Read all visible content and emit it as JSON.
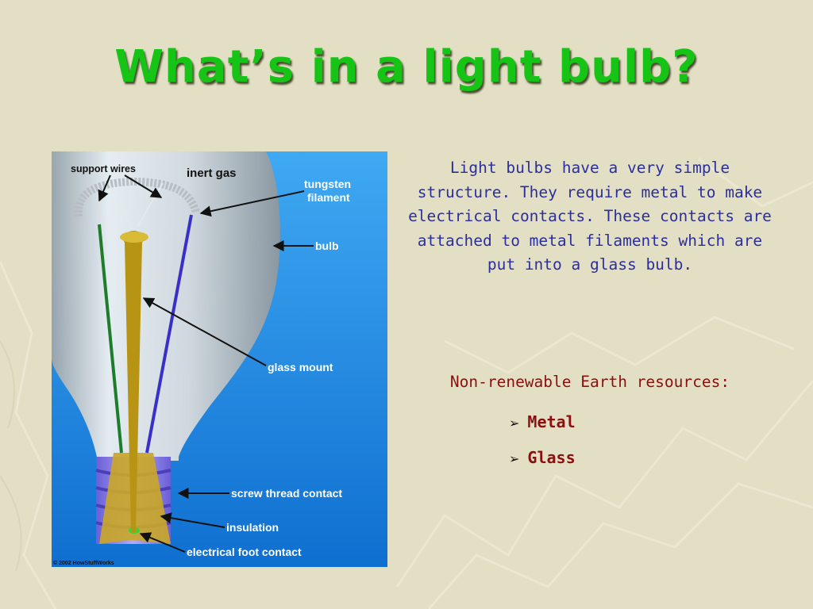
{
  "slide": {
    "title": "What’s in a light bulb?",
    "body": "Light bulbs have a very simple structure.  They require metal to make electrical contacts.  These contacts are attached to metal filaments which are put into a glass bulb.",
    "resources_heading": "Non-renewable Earth resources:",
    "resources": [
      "Metal",
      "Glass"
    ],
    "bullet_icon": "arrowhead-bullet-icon"
  },
  "figure": {
    "labels": {
      "support_wires": "support wires",
      "inert_gas": "inert gas",
      "tungsten": "tungsten",
      "filament": "filament",
      "bulb": "bulb",
      "glass_mount": "glass mount",
      "screw_thread_contact": "screw thread contact",
      "insulation": "insulation",
      "electrical_foot_contact": "electrical foot contact",
      "copyright": "© 2002 HowStuffWorks"
    }
  },
  "colors": {
    "title": "#16c416",
    "body_text": "#2b2f9e",
    "resource_text": "#8a1010",
    "background": "#e3dfc4",
    "figure_background": "#1b88df"
  }
}
